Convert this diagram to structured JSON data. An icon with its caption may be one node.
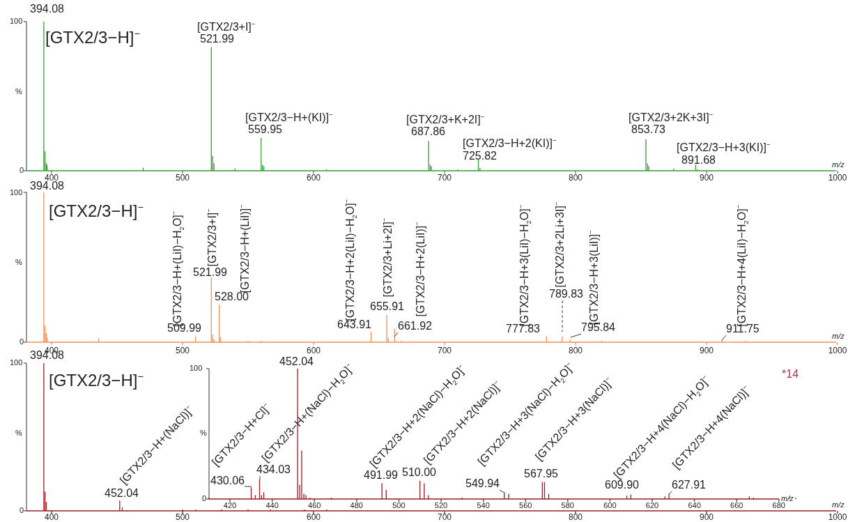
{
  "diagram": {
    "nodes": [
      {
        "text": [
          "661.92"
        ]
      },
      {
        "text": [
          "789.83"
        ]
      },
      {
        "text": [
          "795.84"
        ]
      },
      {
        "text": [
          "911.75"
        ]
      },
      {
        "text": [
          "430.06"
        ]
      },
      {
        "text": [
          "434.03"
        ]
      },
      {
        "text": [
          "549.94"
        ]
      },
      {
        "text": [
          "627.91"
        ]
      }
    ],
    "edges": [
      {
        "from": 0,
        "to": null,
        "arrow": "none"
      },
      {
        "from": 1,
        "to": null,
        "arrow": "none",
        "style": "dashed"
      },
      {
        "from": 2,
        "to": null,
        "arrow": "none"
      },
      {
        "from": 3,
        "to": null,
        "arrow": "none"
      },
      {
        "from": 4,
        "to": null,
        "arrow": "none"
      },
      {
        "from": 5,
        "to": null,
        "arrow": "none"
      },
      {
        "from": 6,
        "to": null,
        "arrow": "none"
      },
      {
        "from": 7,
        "to": null,
        "arrow": "none"
      }
    ],
    "labels": [
      "100",
      "%",
      "0",
      "394.08",
      "[GTX2/3−H]$^{−}$",
      "[GTX2/3+I]$^{−}$",
      "521.99",
      "[GTX2/3−H+(KI)]$^{−}$",
      "559.95",
      "[GTX2/3+K+2I]$^{−}$",
      "687.86",
      "[GTX2/3−H+2(KI)]$^{−}$",
      "725.82",
      "[GTX2/3+2K+3I]$^{−}$",
      "853.73",
      "[GTX2/3−H+3(KI)]$^{−}$",
      "891.68",
      "400",
      "500",
      "600",
      "700",
      "800",
      "900",
      "1000",
      "m/z",
      "100",
      "%",
      "0",
      "394.08",
      "[GTX2/3−H]$^{−}$",
      "[GTX2/3−H+(LiI)−H$_{2}$O]$^{−}$",
      "509.99",
      "[GTX2/3+I]$^{−}$",
      "521.99",
      "[GTX2/3−H+(LiI)]$^{−}$",
      "528.00",
      "[GTX2/3−H+2(LiI)−H$_{2}$O]$^{−}$",
      "643.91",
      "[GTX2/3+Li+2I]$^{−}$",
      "655.91",
      "[GTX2/3−H+2(LiI)]$^{−}$",
      "[GTX2/3−H+3(LiI)−H$_{2}$O]$^{−}$",
      "777.83",
      "[GTX2/3+2Li+3I]$^{−}$",
      "[GTX2/3−H+3(LiI)]$^{−}$",
      "[GTX2/3−H+4(LiI)−H$_{2}$O]$^{−}$",
      "400",
      "500",
      "600",
      "700",
      "800",
      "900",
      "1000",
      "m/z",
      "100",
      "%",
      "0",
      "394.08",
      "[GTX2/3−H]$^{−}$",
      "[GTX2/3−H+(NaCl)]$^{−}$",
      "452.04",
      "100",
      "%",
      "0",
      "452.04",
      "[GTX2/3−H+Cl]$^{−}$",
      "[GTX2/3−H+(NaCl)−H$_{2}$O]$^{−}$",
      "[GTX2/3−H+2(NaCl)−H$_{2}$O]$^{−}$",
      "491.99",
      "[GTX2/3−H+2(NaCl)]$^{−}$",
      "510.00",
      "[GTX2/3−H+3(NaCl)−H$_{2}$O]$^{−}$",
      "[GTX2/3−H+3(NaCl)]$^{−}$",
      "567.95",
      "[GTX2/3−H+4(NaCl)−H$_{2}$O]$^{−}$",
      "609.90",
      "[GTX2/3−H+4(NaCl)]$^{−}$",
      "*14",
      "420",
      "440",
      "460",
      "480",
      "500",
      "520",
      "540",
      "560",
      "580",
      "600",
      "620",
      "640",
      "660",
      "680",
      "m/z",
      "400",
      "500",
      "600",
      "700",
      "800",
      "900",
      "1000",
      "m/z"
    ]
  }
}
